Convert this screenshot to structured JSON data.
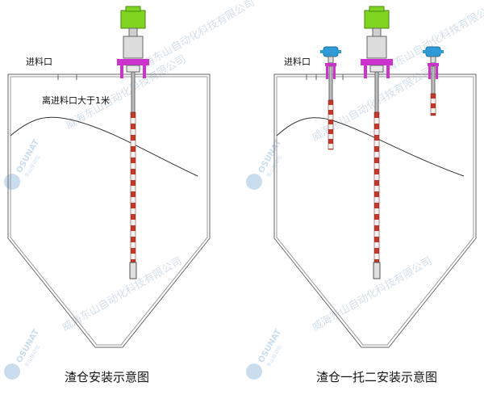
{
  "left_diagram": {
    "inlet_label": "进料口",
    "distance_note": "离进料口大于1米",
    "caption": "渣仓安装示意图"
  },
  "right_diagram": {
    "inlet_label": "进料口",
    "caption": "渣仓一托二安装示意图"
  },
  "watermark": {
    "company": "威海东山自动化科技有限公司",
    "brand": "OSUNAT",
    "brand_sub": "东山自动化"
  },
  "colors": {
    "sensor_head": "#7FD321",
    "flange": "#CC33CC",
    "probe_red": "#C0392B",
    "probe_white": "#F2F2F2",
    "junction_box": "#2E9BD6",
    "watermark": "#AFC6DD"
  }
}
